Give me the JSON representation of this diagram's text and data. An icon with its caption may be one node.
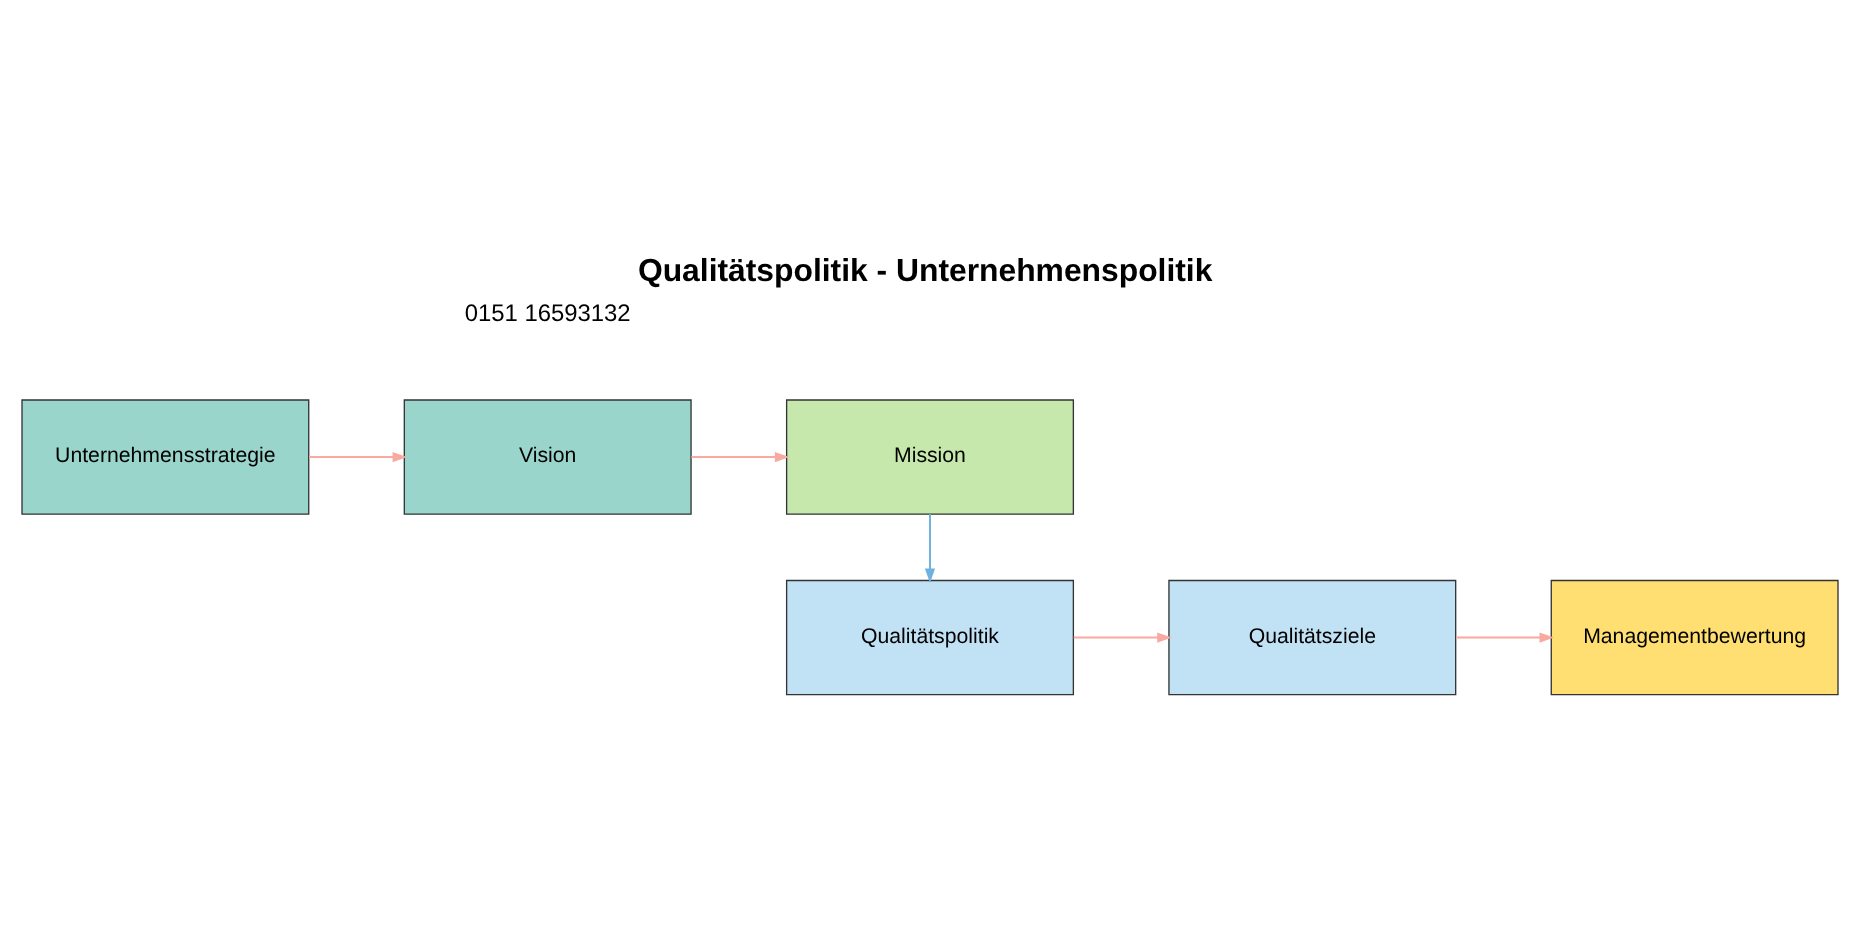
{
  "diagram": {
    "title": "Qualitätspolitik - Unternehmenspolitik",
    "nodes": [
      {
        "text": [
          "Unternehmensstrategie"
        ]
      },
      {
        "text": [
          "Vision"
        ]
      },
      {
        "text": [
          "Mission"
        ]
      },
      {
        "text": [
          "Qualitätspolitik"
        ]
      },
      {
        "text": [
          "Qualitätsziele"
        ]
      },
      {
        "text": [
          "Managementbewertung"
        ]
      }
    ],
    "edges": [
      {
        "from": 0,
        "to": 1,
        "arrow": "to"
      },
      {
        "from": 1,
        "to": 2,
        "arrow": "to"
      },
      {
        "from": 2,
        "to": 3,
        "arrow": "to",
        "color": "#6fb2e0"
      },
      {
        "from": 3,
        "to": 4,
        "arrow": "to"
      },
      {
        "from": 4,
        "to": 5,
        "arrow": "to"
      }
    ],
    "labels": [
      "0151 16593132"
    ]
  }
}
